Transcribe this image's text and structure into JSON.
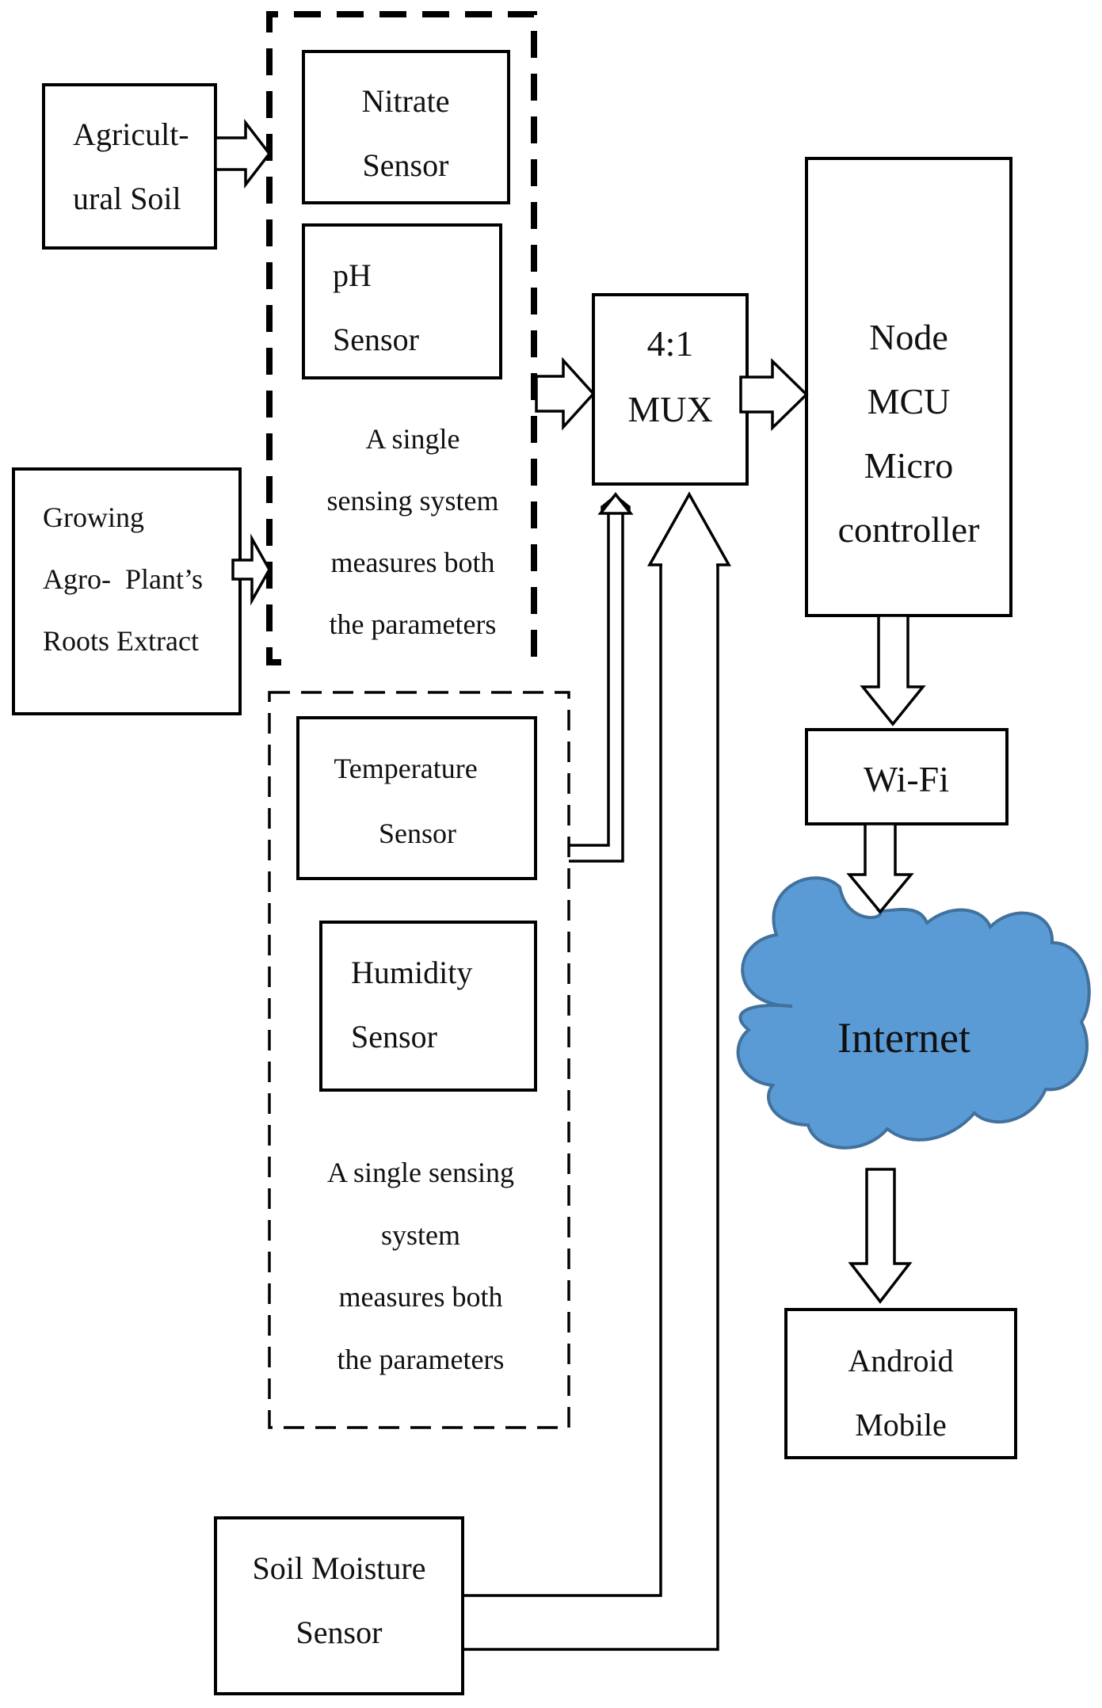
{
  "diagram": {
    "agricultural_soil": [
      "Agricult-",
      "ural Soil"
    ],
    "roots_extract": [
      "Growing",
      "Agro-  Plant’s",
      "Roots Extract"
    ],
    "nitrate_sensor": [
      "Nitrate",
      "Sensor"
    ],
    "ph_sensor": [
      "pH",
      "Sensor"
    ],
    "group1_note": [
      "A single",
      "sensing system",
      "measures both",
      "the parameters"
    ],
    "temperature_sensor": [
      "Temperature",
      "Sensor"
    ],
    "humidity_sensor": [
      "Humidity",
      "Sensor"
    ],
    "group2_note": [
      "A single sensing",
      "system",
      "measures both",
      "the parameters"
    ],
    "soil_moisture_sensor": [
      "Soil Moisture",
      "Sensor"
    ],
    "mux": [
      "4:1",
      "MUX"
    ],
    "node_mcu": [
      "Node",
      "MCU",
      "Micro",
      "controller"
    ],
    "wifi": "Wi-Fi",
    "internet": "Internet",
    "android": [
      "Android",
      "Mobile"
    ],
    "colors": {
      "cloud_fill": "#5b9bd5",
      "cloud_stroke": "#41719c",
      "line": "#000000"
    }
  }
}
